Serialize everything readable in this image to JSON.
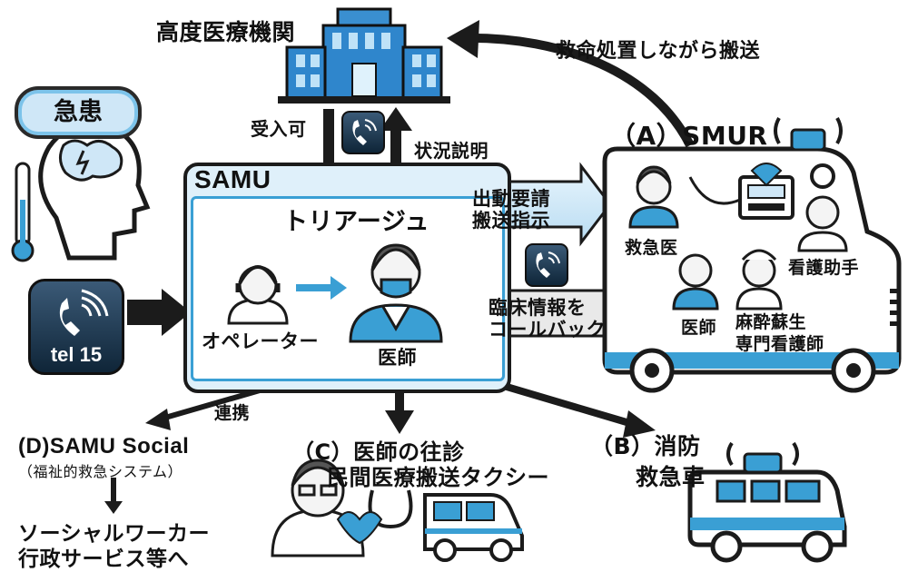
{
  "hospital_label": "高度医療機関",
  "patient_label": "急患",
  "phone_label": "tel 15",
  "samu_title": "SAMU",
  "triage_label": "トリアージュ",
  "operator_label": "オペレーター",
  "doctor_label": "医師",
  "accept_label": "受入可",
  "status_label": "状況説明",
  "transport_label": "救命処置しながら搬送",
  "dispatch_label_1": "出動要請",
  "dispatch_label_2": "搬送指示",
  "callback_label_1": "臨床情報を",
  "callback_label_2": "コールバック",
  "smur_title": "（A）SMUR",
  "smur_emergency_doctor": "救急医",
  "smur_nurse_aide": "看護助手",
  "smur_doctor": "医師",
  "smur_anesthesia_nurse_1": "麻酔蘇生",
  "smur_anesthesia_nurse_2": "専門看護師",
  "fire_ambulance_1": "（B）消防",
  "fire_ambulance_2": "救急車",
  "house_call_1": "（C）医師の往診",
  "house_call_2": "民間医療搬送タクシー",
  "samu_social_1": "(D)SAMU Social",
  "samu_social_2": "（福祉的救急システム）",
  "social_worker_1": "ソーシャルワーカー",
  "social_worker_2": "行政サービス等へ",
  "cooperation_label": "連携",
  "colors": {
    "accent": "#3a9fd4",
    "light_blue": "#cfe7f7",
    "dark": "#1b1b1b"
  },
  "icons": [
    "building-icon",
    "brain-icon",
    "thermometer-icon",
    "phone-icon",
    "doctor-icon",
    "operator-icon",
    "ambulance-icon",
    "taxi-icon",
    "stethoscope-icon",
    "monitor-icon",
    "siren-icon"
  ]
}
